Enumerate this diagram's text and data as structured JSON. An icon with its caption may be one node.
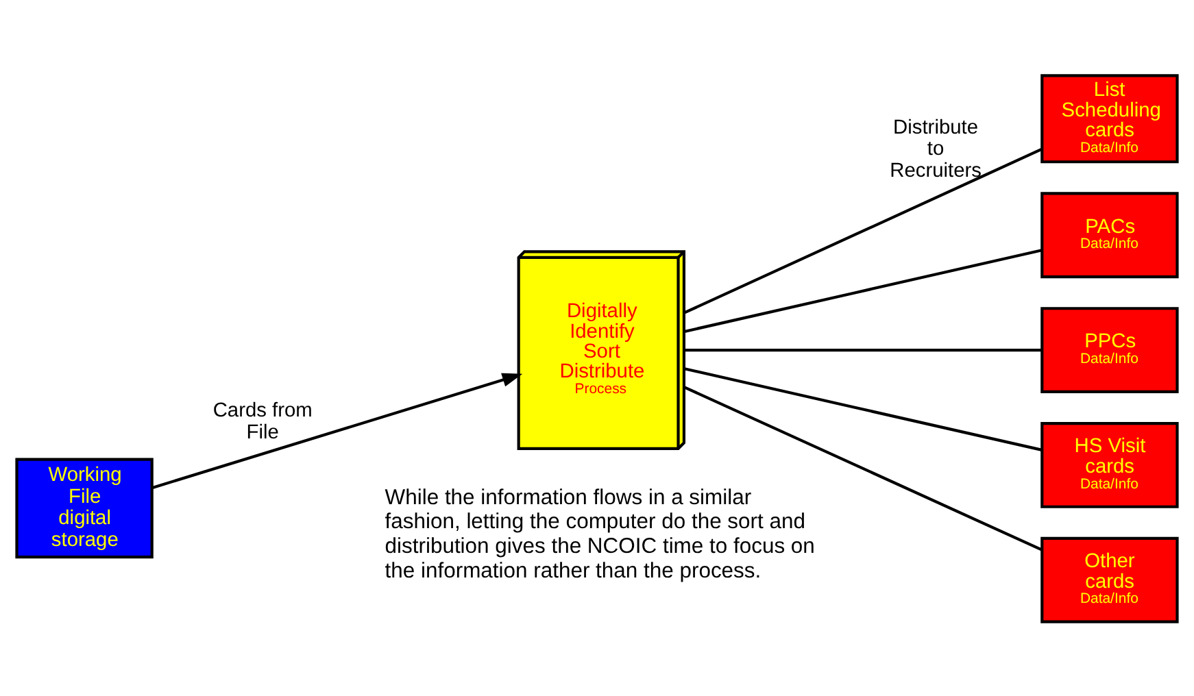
{
  "diagram": {
    "nodes": [
      {
        "text": [
          "Working File digital storage"
        ]
      },
      {
        "text": [
          "Digitally Identify Sort Distribute",
          "Process"
        ]
      },
      {
        "text": [
          "List Scheduling cards",
          "Data/Info"
        ]
      },
      {
        "text": [
          "PACs",
          "Data/Info"
        ]
      },
      {
        "text": [
          "PPCs",
          "Data/Info"
        ]
      },
      {
        "text": [
          "HS Visit cards",
          "Data/Info"
        ]
      },
      {
        "text": [
          "Other cards",
          "Data/Info"
        ]
      }
    ],
    "edges": [
      {
        "from": 0,
        "to": 1,
        "arrow": "to",
        "label": "Cards from File"
      },
      {
        "from": 1,
        "to": 2,
        "arrow": "none",
        "label": "Distribute to Recruiters"
      },
      {
        "from": 1,
        "to": 3,
        "arrow": "none"
      },
      {
        "from": 1,
        "to": 4,
        "arrow": "none"
      },
      {
        "from": 1,
        "to": 5,
        "arrow": "none"
      },
      {
        "from": 1,
        "to": 6,
        "arrow": "none"
      }
    ],
    "labels": [
      "While the information flows in a similar fashion, letting the computer do the sort and distribution gives the NCOIC time to focus on the information rather than the process."
    ]
  }
}
